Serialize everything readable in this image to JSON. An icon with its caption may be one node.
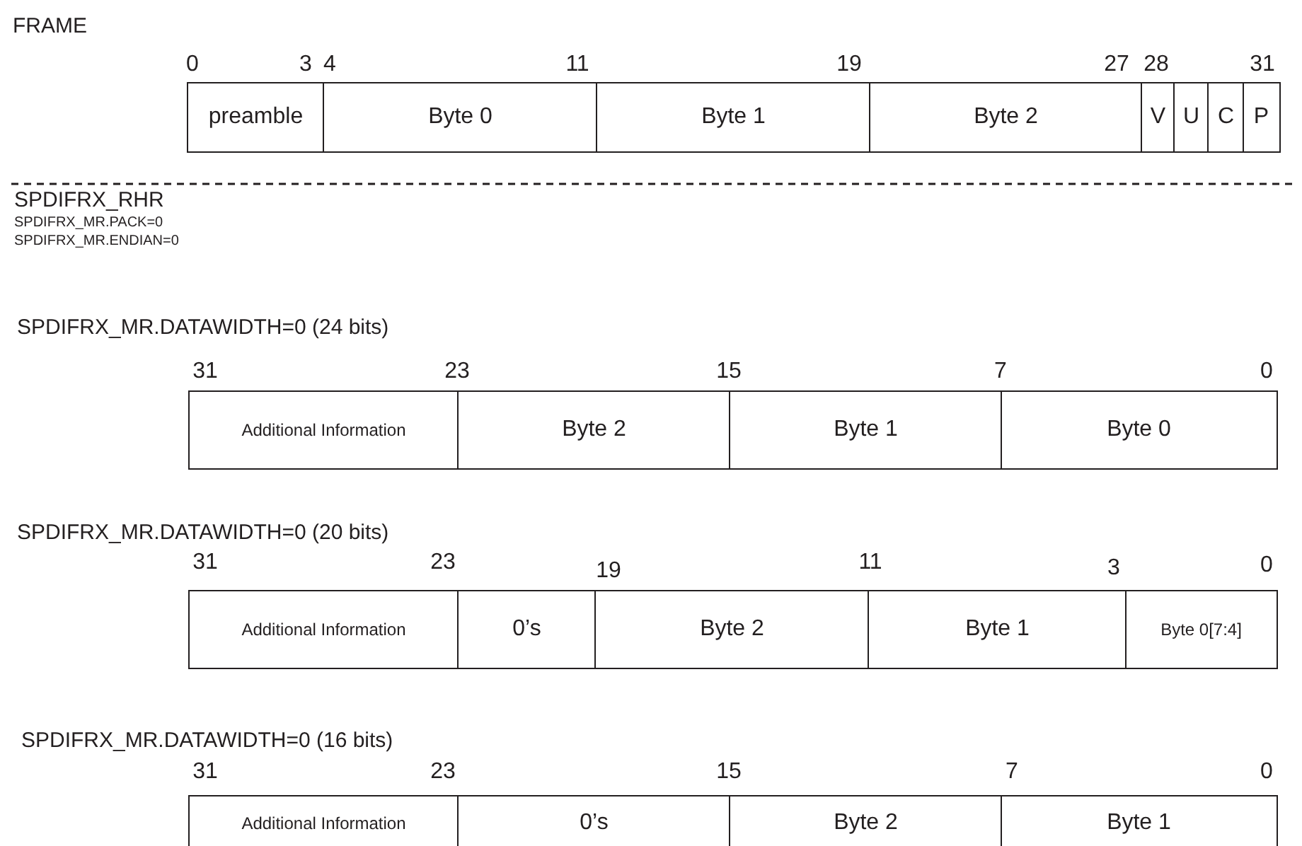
{
  "diagram": {
    "nodes": [
      {
        "text": [
          "preamble"
        ]
      },
      {
        "text": [
          "Byte 0"
        ]
      },
      {
        "text": [
          "Byte 1"
        ]
      },
      {
        "text": [
          "Byte 2"
        ]
      },
      {
        "text": [
          "V"
        ]
      },
      {
        "text": [
          "U"
        ]
      },
      {
        "text": [
          "C"
        ]
      },
      {
        "text": [
          "P"
        ]
      },
      {
        "text": [
          "Additional Information"
        ]
      },
      {
        "text": [
          "Byte 2"
        ]
      },
      {
        "text": [
          "Byte 1"
        ]
      },
      {
        "text": [
          "Byte 0"
        ]
      },
      {
        "text": [
          "Additional Information"
        ]
      },
      {
        "text": [
          "0’s"
        ]
      },
      {
        "text": [
          "Byte 2"
        ]
      },
      {
        "text": [
          "Byte 1"
        ]
      },
      {
        "text": [
          "Byte 0[7:4]"
        ]
      },
      {
        "text": [
          "Additional Information"
        ]
      },
      {
        "text": [
          "0’s"
        ]
      },
      {
        "text": [
          "Byte 2"
        ]
      },
      {
        "text": [
          "Byte 1"
        ]
      }
    ],
    "labels": [
      "FRAME",
      "0",
      "3",
      "4",
      "11",
      "19",
      "27",
      "28",
      "31",
      "SPDIFRX_RHR",
      "SPDIFRX_MR.PACK=0",
      "SPDIFRX_MR.ENDIAN=0",
      "SPDIFRX_MR.DATAWIDTH=0 (24 bits)",
      "31",
      "23",
      "15",
      "7",
      "0",
      "SPDIFRX_MR.DATAWIDTH=0 (20 bits)",
      "31",
      "23",
      "19",
      "11",
      "3",
      "0",
      "SPDIFRX_MR.DATAWIDTH=0 (16 bits)",
      "31",
      "23",
      "15",
      "7",
      "0"
    ]
  }
}
